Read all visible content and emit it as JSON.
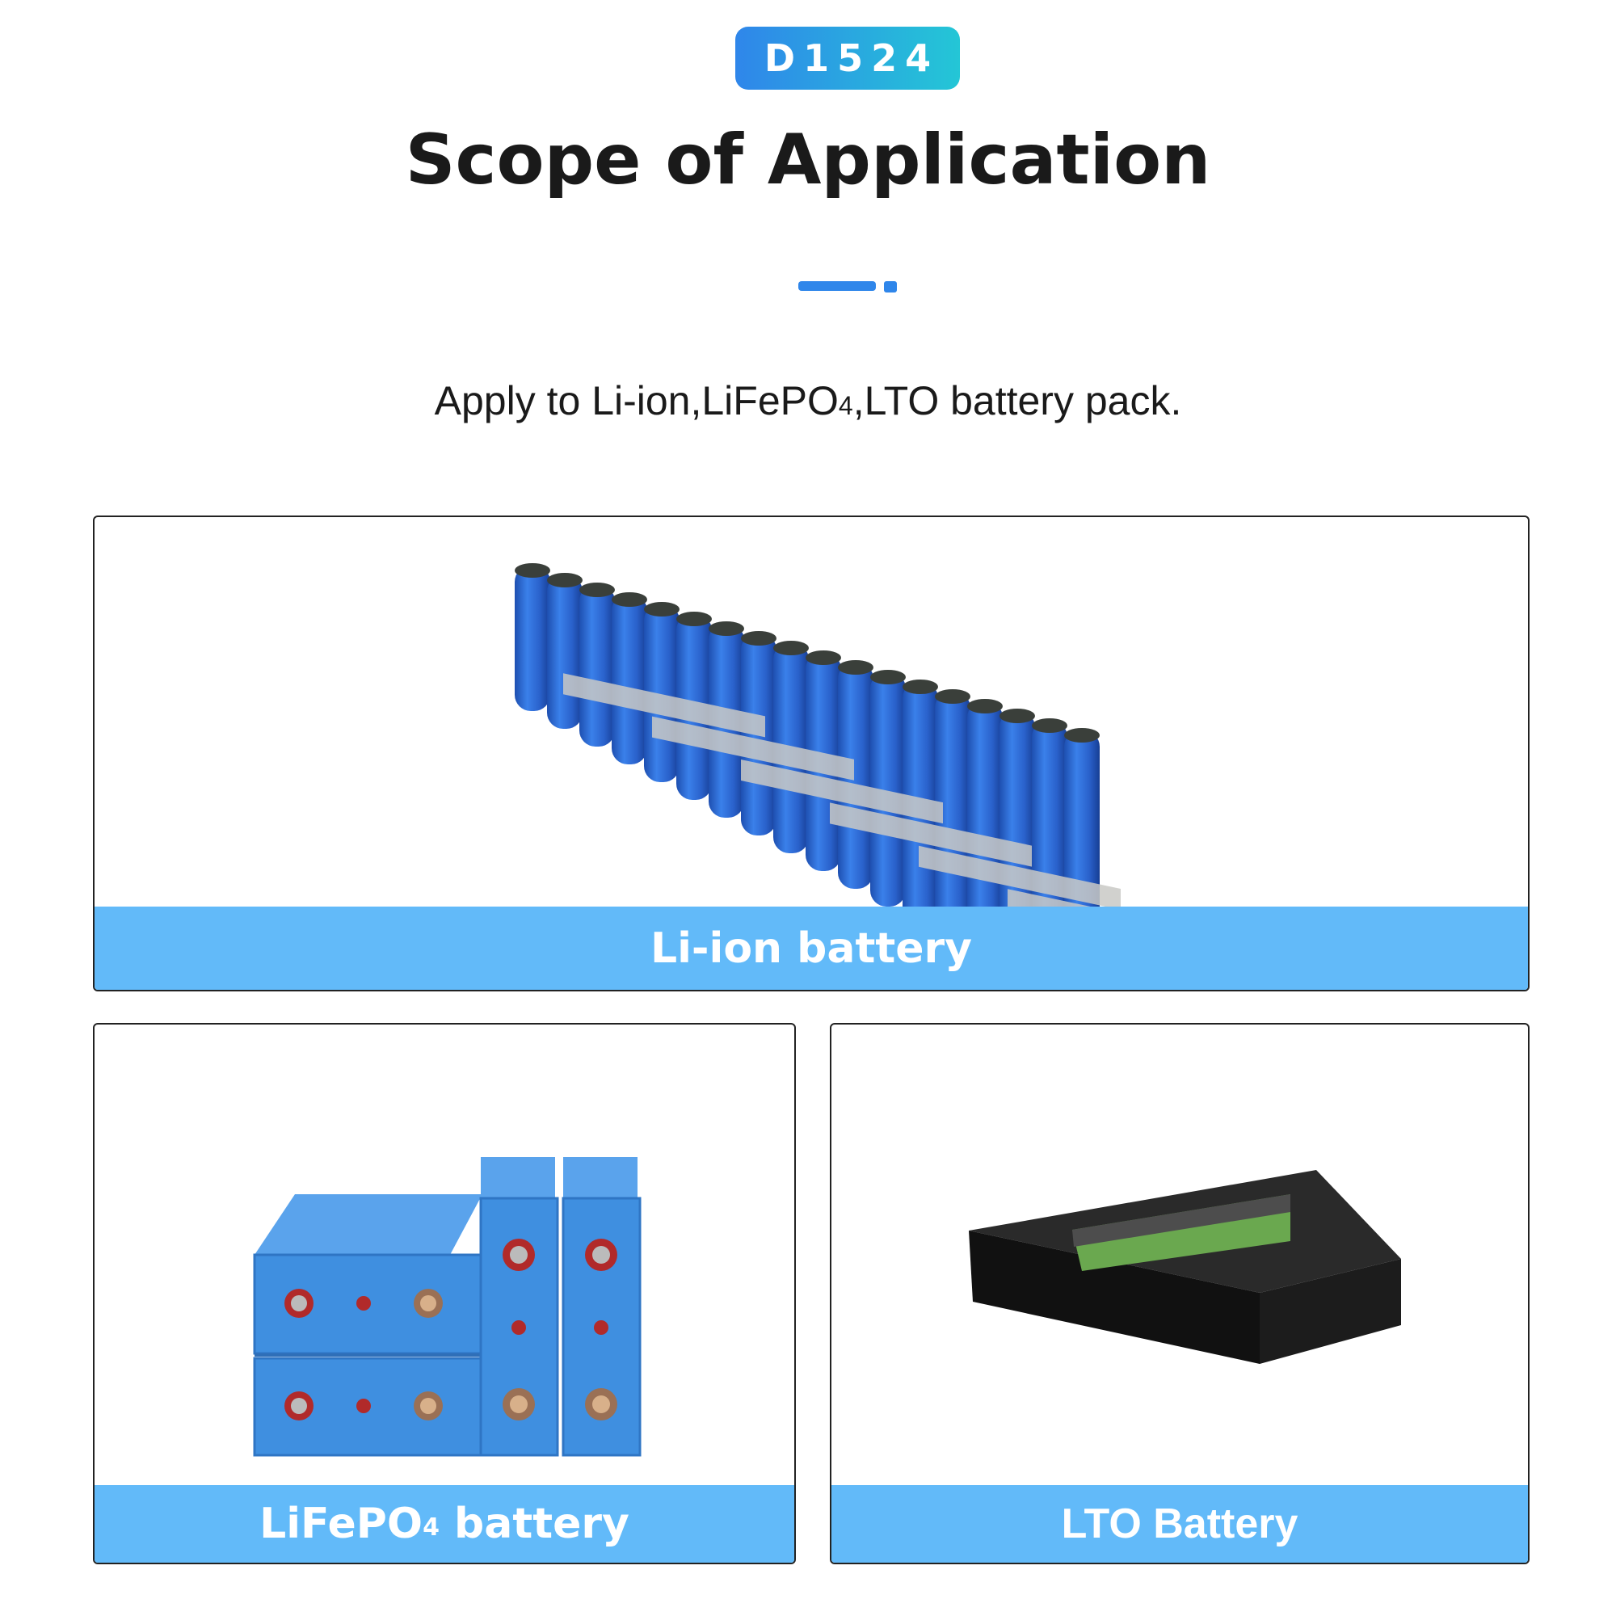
{
  "badge": {
    "text": "D1524"
  },
  "title": "Scope of Application",
  "subtitle": {
    "prefix": "Apply to Li-ion,LiFePO",
    "subscript": "4",
    "suffix": ",LTO battery pack."
  },
  "cards": {
    "liion": {
      "label": "Li-ion battery"
    },
    "lifepo4": {
      "label_prefix": "LiFePO",
      "label_subscript": "4",
      "label_suffix": " battery"
    },
    "lto": {
      "label": "LTO Battery"
    }
  },
  "colors": {
    "accent_blue": "#2f86ea",
    "badge_gradient_end": "#24c6d6",
    "label_band": "#62baf9",
    "cell_blue": "#2f6fd6",
    "prismatic_blue": "#3f8fe0",
    "lto_black": "#151515",
    "lto_label_green": "#6aa84f"
  }
}
